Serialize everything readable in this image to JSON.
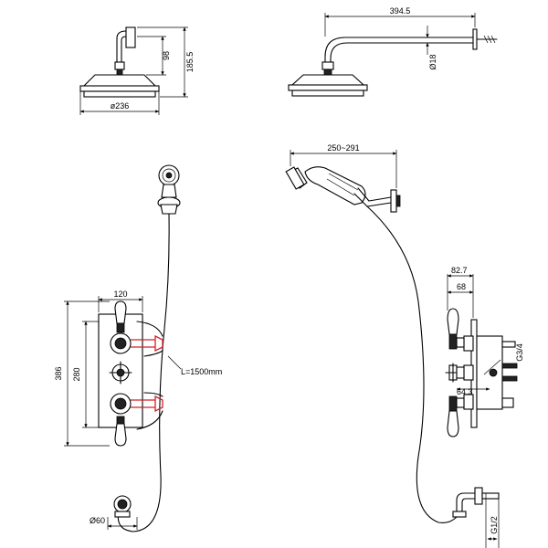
{
  "dimensions": {
    "arm_length": "394.5",
    "arm_drop": "98",
    "total_drop": "185.5",
    "rose_diameter": "ø236",
    "arm_diameter": "Ø18",
    "handset_reach": "250~291",
    "valve_width": "120",
    "valve_height": "386",
    "valve_inner_height": "280",
    "hose_length": "L=1500mm",
    "elbow_diameter": "Ø60",
    "depth_total": "82.7",
    "depth_body": "68",
    "inlet_thread": "G3/4",
    "depth_offset": "64.3",
    "outlet_thread": "G1/2"
  },
  "colors": {
    "line": "#000000",
    "accent": "#d0202a",
    "background": "#ffffff"
  }
}
